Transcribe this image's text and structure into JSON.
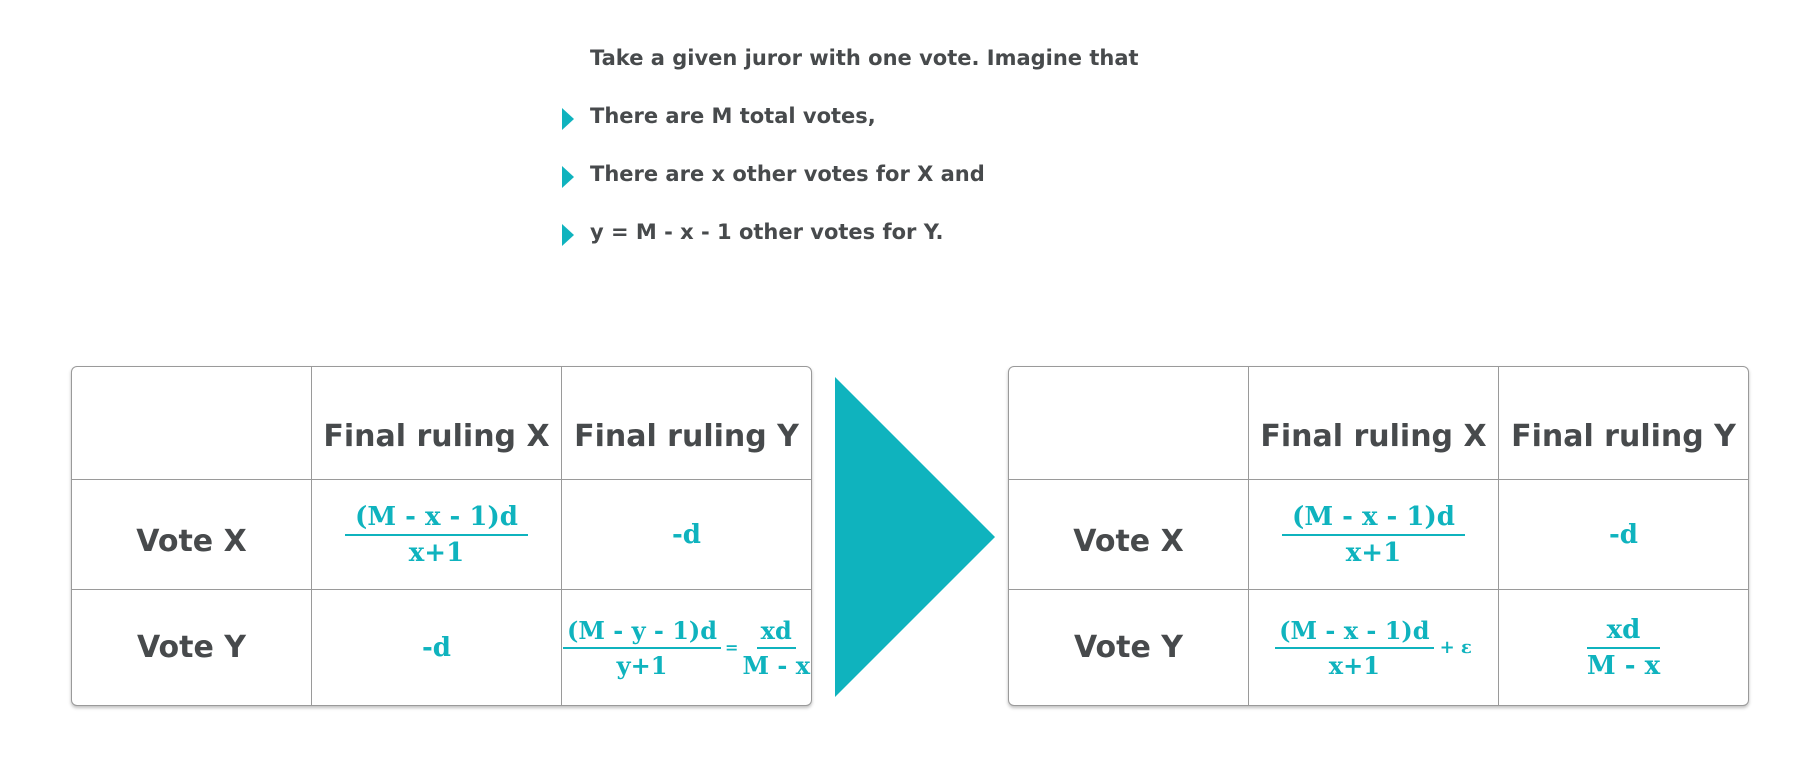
{
  "intro": {
    "lines": [
      "Take a given juror with one vote. Imagine that",
      "There are M total votes,",
      "There are x other votes for X  and",
      "y = M - x - 1 other votes for Y."
    ]
  },
  "colors": {
    "accent": "#0fb3be",
    "text": "#474a4c",
    "border": "#9a9a9a"
  },
  "tables": [
    {
      "col_headers": [
        "Final ruling X",
        "Final ruling Y"
      ],
      "row_headers": [
        "Vote X",
        "Vote Y"
      ],
      "xx": {
        "num": "(M - x - 1)d",
        "den": "x+1"
      },
      "xy": "-d",
      "yx": "-d",
      "yy": {
        "num": "(M - y - 1)d",
        "den": "y+1",
        "eq": "=",
        "num2": "xd",
        "den2": "M - x"
      }
    },
    {
      "col_headers": [
        "Final ruling X",
        "Final ruling Y"
      ],
      "row_headers": [
        "Vote X",
        "Vote Y"
      ],
      "xx": {
        "num": "(M - x - 1)d",
        "den": "x+1"
      },
      "xy": "-d",
      "yx": {
        "num": "(M - x - 1)d",
        "den": "x+1",
        "extra": "+ ε"
      },
      "yy": {
        "num": "xd",
        "den": "M - x"
      }
    }
  ],
  "arrow": {
    "icon": "triangle-right-icon"
  }
}
